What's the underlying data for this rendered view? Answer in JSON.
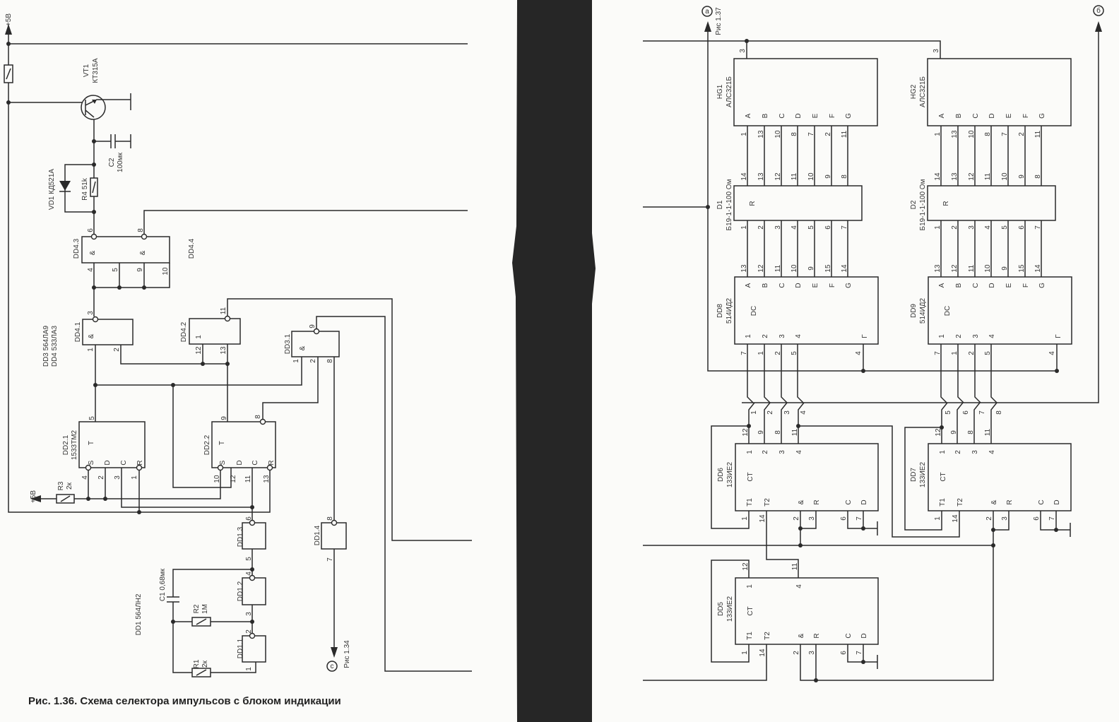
{
  "caption": "Рис. 1.36. Схема селектора импульсов с блоком индикации",
  "left": {
    "supply": "+5В",
    "vt1": {
      "ref": "VT1",
      "type": "КТ315А"
    },
    "c2": {
      "ref": "C2",
      "value": "100мк"
    },
    "vd1": "VD1 КД521А",
    "r4": "R4 51k",
    "dd4_3": {
      "ref": "DD4.3",
      "symbol": "&",
      "pins": [
        "6",
        "4",
        "5"
      ]
    },
    "dd4_4": {
      "ref": "DD4.4",
      "symbol": "&",
      "pins": [
        "8",
        "9",
        "10"
      ]
    },
    "ic_types": [
      "DD3 564ЛА9",
      "DD4 533ЛА3"
    ],
    "dd4_1": {
      "ref": "DD4.1",
      "symbol": "&",
      "pins": [
        "3",
        "1",
        "2"
      ]
    },
    "dd4_2": {
      "ref": "DD4.2",
      "symbol": "1",
      "pins": [
        "11",
        "12",
        "13"
      ]
    },
    "dd3_1": {
      "ref": "DD3.1",
      "symbol": "&",
      "pins": [
        "9",
        "1",
        "2",
        "8"
      ]
    },
    "dd2_1": {
      "ref": "DD2.1",
      "type": "1533ТМ2",
      "symbol": "T",
      "inputs": [
        "S",
        "D",
        "C",
        "R"
      ],
      "pins": [
        "5",
        "4",
        "2",
        "3",
        "1"
      ]
    },
    "dd2_2": {
      "ref": "DD2.2",
      "symbol": "T",
      "inputs": [
        "S",
        "D",
        "C",
        "R"
      ],
      "pins": [
        "9",
        "8",
        "10",
        "12",
        "11",
        "13"
      ]
    },
    "r3": {
      "ref": "R3",
      "value": "2к"
    },
    "supply2": "+5В",
    "dd1_3": {
      "ref": "DD1.3",
      "pins": [
        "6",
        "5"
      ]
    },
    "dd1_2": {
      "ref": "DD1.2",
      "pins": [
        "4",
        "3"
      ]
    },
    "dd1_1": {
      "ref": "DD1.1",
      "pins": [
        "2",
        "1"
      ]
    },
    "dd1_4": {
      "ref": "DD1.4",
      "pins": [
        "8",
        "7"
      ]
    },
    "dd1_type": "DD1 564ЛН2",
    "c1": "C1 0,68мк",
    "r2": {
      "ref": "R2",
      "value": "1М"
    },
    "r1": {
      "ref": "R1",
      "value": "2к"
    },
    "conn_c": {
      "letter": "с",
      "ref": "Рис 1.34"
    }
  },
  "right": {
    "conn_a": {
      "letter": "а",
      "ref": "Рис 1.37"
    },
    "conn_b": {
      "letter": "б"
    },
    "hg1": {
      "ref": "HG1",
      "type": "АЛС321Б",
      "supply_pin": "3",
      "segments": [
        "A",
        "B",
        "C",
        "D",
        "E",
        "F",
        "G"
      ],
      "pins": [
        "1",
        "13",
        "10",
        "8",
        "7",
        "2",
        "11"
      ]
    },
    "hg2": {
      "ref": "HG2",
      "type": "АЛС321Б",
      "supply_pin": "3",
      "segments": [
        "A",
        "B",
        "C",
        "D",
        "E",
        "F",
        "G"
      ],
      "pins": [
        "1",
        "13",
        "10",
        "8",
        "7",
        "2",
        "11"
      ]
    },
    "d1": {
      "ref": "D1",
      "type": "Б19-1-1-100 Ом",
      "symbol": "R",
      "top_pins": [
        "14",
        "13",
        "12",
        "11",
        "10",
        "9",
        "8"
      ],
      "bottom_pins": [
        "1",
        "2",
        "3",
        "4",
        "5",
        "6",
        "7"
      ]
    },
    "d2": {
      "ref": "D2",
      "type": "Б19-1-1-100 Ом",
      "symbol": "R",
      "top_pins": [
        "14",
        "13",
        "12",
        "11",
        "10",
        "9",
        "8"
      ],
      "bottom_pins": [
        "1",
        "2",
        "3",
        "4",
        "5",
        "6",
        "7"
      ]
    },
    "dd8": {
      "ref": "DD8",
      "type": "514ИД2",
      "symbol": "DC",
      "top_pins": [
        "13",
        "12",
        "11",
        "10",
        "9",
        "15",
        "14"
      ],
      "outputs": [
        "A",
        "B",
        "C",
        "D",
        "E",
        "F",
        "G"
      ],
      "inputs": [
        "1",
        "2",
        "3",
        "4"
      ],
      "blank": "Г",
      "bottom_pins": [
        "7",
        "1",
        "2",
        "5"
      ],
      "blank_pin": "4"
    },
    "dd9": {
      "ref": "DD9",
      "type": "514ИД2",
      "symbol": "DC",
      "top_pins": [
        "13",
        "12",
        "11",
        "10",
        "9",
        "15",
        "14"
      ],
      "outputs": [
        "A",
        "B",
        "C",
        "D",
        "E",
        "F",
        "G"
      ],
      "inputs": [
        "1",
        "2",
        "3",
        "4"
      ],
      "blank": "Г",
      "bottom_pins": [
        "7",
        "1",
        "2",
        "5"
      ],
      "blank_pin": "4"
    },
    "bus_labels": [
      "1",
      "2",
      "3",
      "4",
      "5",
      "6",
      "7",
      "8"
    ],
    "dd6": {
      "ref": "DD6",
      "type": "133ИЕ2",
      "symbol": "CT",
      "outputs": [
        "1",
        "2",
        "3",
        "4"
      ],
      "top_pins": [
        "12",
        "9",
        "8",
        "11"
      ],
      "controls": [
        "T1",
        "T2",
        "&",
        "R",
        "C",
        "D"
      ],
      "bottom_pins": [
        "1",
        "14",
        "2",
        "3",
        "6",
        "7"
      ]
    },
    "dd7": {
      "ref": "DD7",
      "type": "133ИЕ2",
      "symbol": "CT",
      "outputs": [
        "1",
        "2",
        "3",
        "4"
      ],
      "top_pins": [
        "12",
        "9",
        "8",
        "11"
      ],
      "controls": [
        "T1",
        "T2",
        "&",
        "R",
        "C",
        "D"
      ],
      "bottom_pins": [
        "1",
        "14",
        "2",
        "3",
        "6",
        "7"
      ]
    },
    "dd5": {
      "ref": "DD5",
      "type": "133ИЕ2",
      "symbol": "CT",
      "outputs": [
        "1",
        "4"
      ],
      "top_pins": [
        "12",
        "11"
      ],
      "controls": [
        "T1",
        "T2",
        "&",
        "R",
        "C",
        "D"
      ],
      "bottom_pins": [
        "1",
        "14",
        "2",
        "3",
        "6",
        "7"
      ]
    }
  }
}
